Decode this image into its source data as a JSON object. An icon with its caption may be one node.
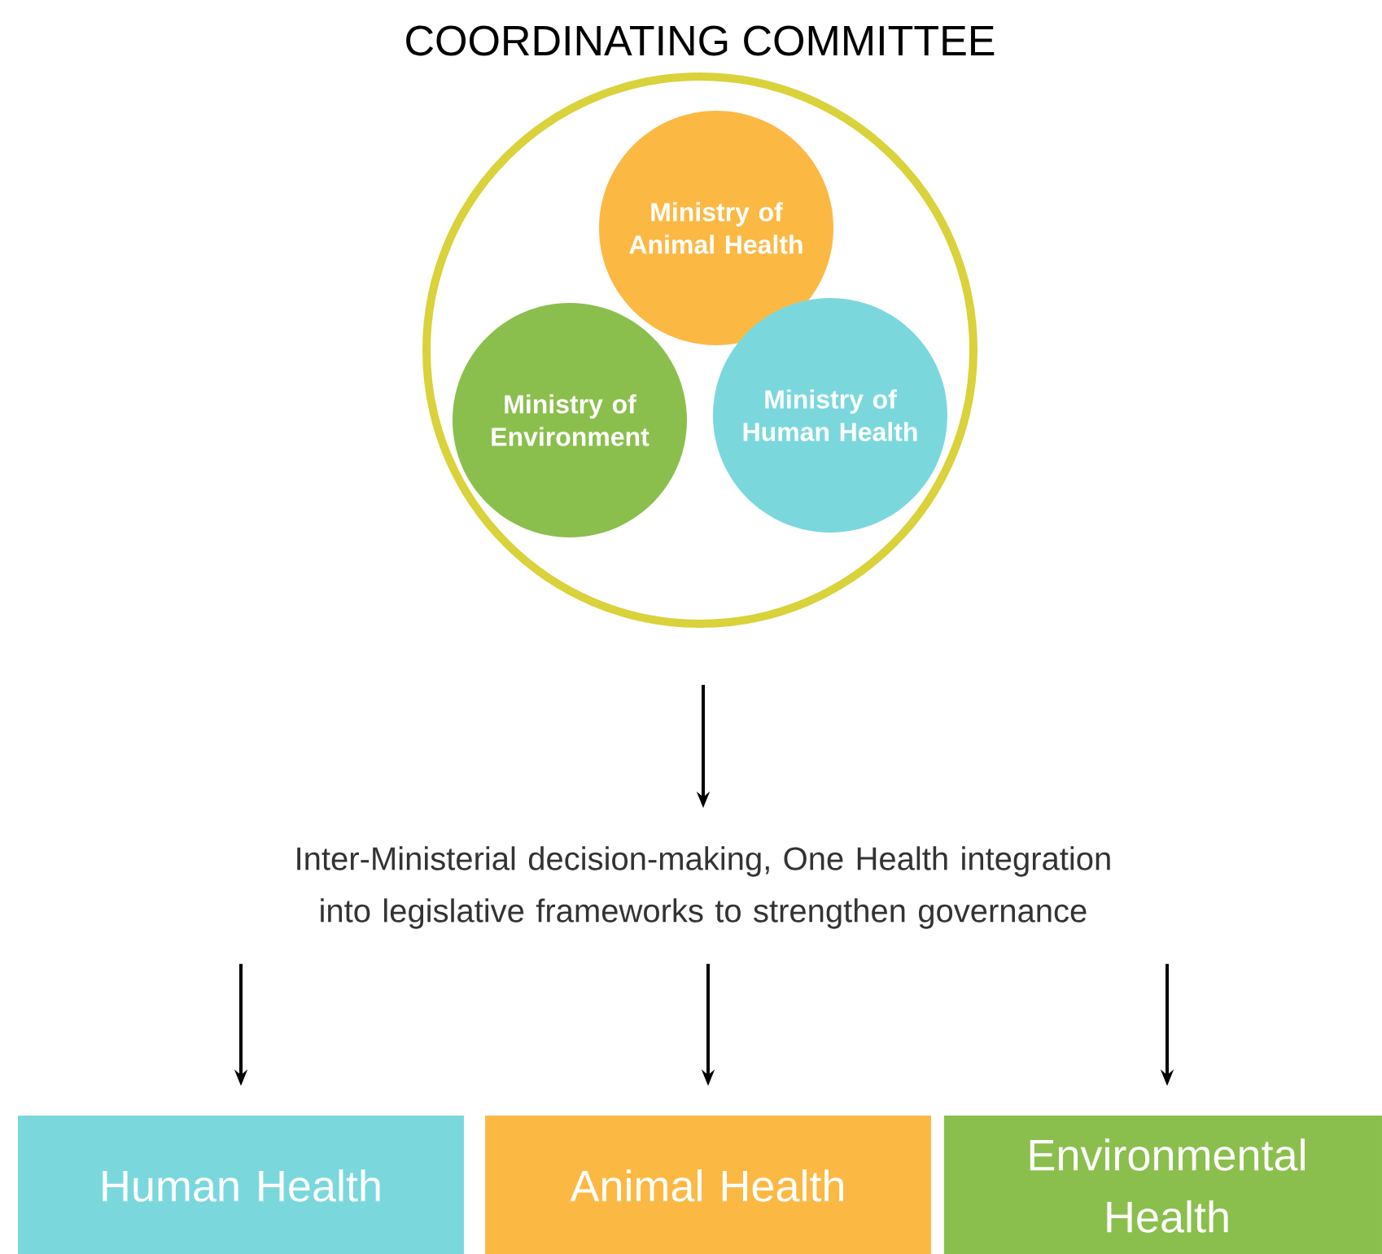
{
  "diagram": {
    "nodes": [
      {
        "text": [
          "COORDINATING COMMITTEE"
        ]
      },
      {
        "text": [
          "Ministry of Animal Health"
        ],
        "in": 0
      },
      {
        "text": [
          "Ministry of Environment"
        ],
        "in": 0
      },
      {
        "text": [
          "Ministry of Human Health"
        ],
        "in": 0
      },
      {
        "text": [
          "Inter-Ministerial decision-making, One Health integration into legislative frameworks to strengthen governance"
        ]
      },
      {
        "text": [
          "Human Health"
        ]
      },
      {
        "text": [
          "Animal Health"
        ]
      },
      {
        "text": [
          "Environmental Health"
        ]
      }
    ],
    "edges": [
      {
        "from": 0,
        "to": 4,
        "arrow": "to"
      },
      {
        "from": 4,
        "to": 5,
        "arrow": "to"
      },
      {
        "from": 4,
        "to": 6,
        "arrow": "to"
      },
      {
        "from": 4,
        "to": 7,
        "arrow": "to"
      }
    ]
  }
}
